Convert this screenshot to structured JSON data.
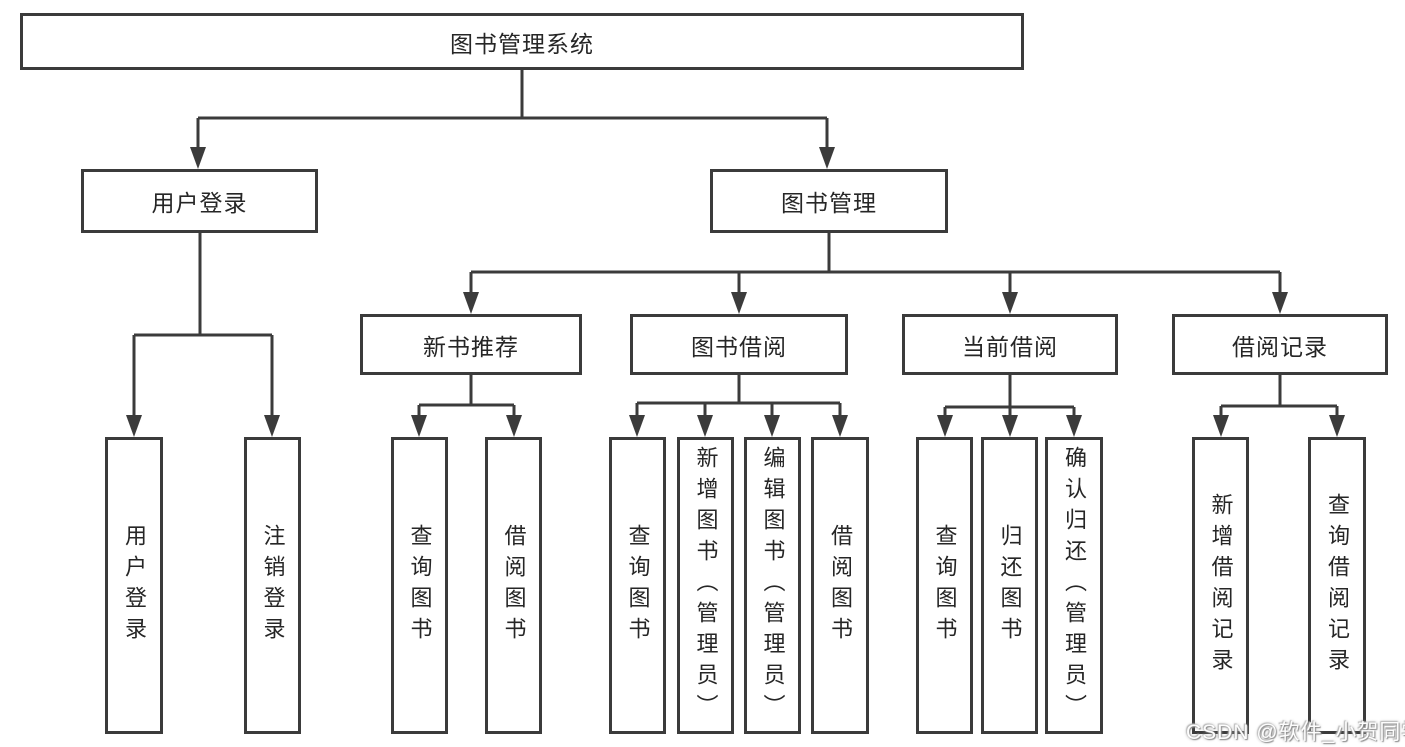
{
  "diagram": {
    "title": "图书管理系统",
    "colors": {
      "line": "#3b3b3b",
      "text": "#262626",
      "background": "#ffffff"
    },
    "nodes": {
      "root": "图书管理系统",
      "login_group": "用户登录",
      "mgmt_group": "图书管理",
      "recommend": "新书推荐",
      "borrow": "图书借阅",
      "current": "当前借阅",
      "record": "借阅记录",
      "leaf_login": "用户登录",
      "leaf_logout": "注销登录",
      "leaf_rec_query": "查询图书",
      "leaf_rec_borrow": "借阅图书",
      "leaf_bor_query": "查询图书",
      "leaf_bor_add": "新增图书（管理员）",
      "leaf_bor_edit": "编辑图书（管理员）",
      "leaf_bor_borrow": "借阅图书",
      "leaf_cur_query": "查询图书",
      "leaf_cur_return": "归还图书",
      "leaf_cur_confirm": "确认归还（管理员）",
      "leaf_log_add": "新增借阅记录",
      "leaf_log_query": "查询借阅记录"
    },
    "hierarchy": {
      "图书管理系统": {
        "用户登录": [
          "用户登录",
          "注销登录"
        ],
        "图书管理": {
          "新书推荐": [
            "查询图书",
            "借阅图书"
          ],
          "图书借阅": [
            "查询图书",
            "新增图书（管理员）",
            "编辑图书（管理员）",
            "借阅图书"
          ],
          "当前借阅": [
            "查询图书",
            "归还图书",
            "确认归还（管理员）"
          ],
          "借阅记录": [
            "新增借阅记录",
            "查询借阅记录"
          ]
        }
      }
    },
    "watermark": "CSDN @软件_小贺同学"
  }
}
